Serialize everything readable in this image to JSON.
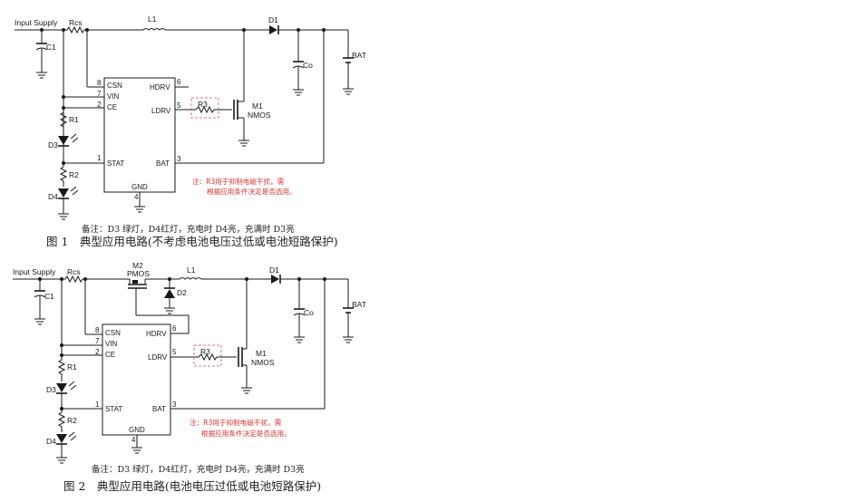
{
  "figure1": {
    "caption": "图 1　典型应用电路(不考虑电池电压过低或电池短路保护)",
    "remark": "备注：D3 绿灯，D4红灯，充电时 D4亮，充满时 D3亮",
    "note_line1": "注：R3用于抑制电磁干扰，需",
    "note_line2": "根据应用条件决定是否选用。",
    "input": "Input Supply",
    "rcs": "Rcs",
    "l1": "L1",
    "d1": "D1",
    "c1": "C1",
    "co": "Co",
    "bat": "BAT",
    "m1": "M1",
    "nmos": "NMOS",
    "r3": "R3",
    "r1": "R1",
    "r2": "R2",
    "d3": "D3",
    "d4": "D4",
    "pins": {
      "csn": "CSN",
      "vin": "VIN",
      "ce": "CE",
      "stat": "STAT",
      "hdrv": "HDRV",
      "ldrv": "LDRV",
      "bat": "BAT",
      "gnd": "GND",
      "n8": "8",
      "n7": "7",
      "n2": "2",
      "n1": "1",
      "n6": "6",
      "n5": "5",
      "n3": "3",
      "n4": "4"
    }
  },
  "figure2": {
    "caption": "图 2　典型应用电路(电池电压过低或电池短路保护)",
    "remark": "备注：D3 绿灯，D4红灯，充电时 D4亮，充满时 D3亮",
    "note_line1": "注：R3用于抑制电磁干扰，需",
    "note_line2": "根据应用条件决定是否选用。",
    "input": "Input Supply",
    "rcs": "Rcs",
    "m2": "M2",
    "pmos": "PMOS",
    "d2": "D2",
    "l1": "L1",
    "d1": "D1",
    "c1": "C1",
    "co": "Co",
    "bat": "BAT",
    "m1": "M1",
    "nmos": "NMOS",
    "r3": "R3",
    "r1": "R1",
    "r2": "R2",
    "d3": "D3",
    "d4": "D4",
    "pins": {
      "csn": "CSN",
      "vin": "VIN",
      "ce": "CE",
      "stat": "STAT",
      "hdrv": "HDRV",
      "ldrv": "LDRV",
      "bat": "BAT",
      "gnd": "GND",
      "n8": "8",
      "n7": "7",
      "n2": "2",
      "n1": "1",
      "n6": "6",
      "n5": "5",
      "n3": "3",
      "n4": "4"
    }
  },
  "colors": {
    "wire": "#1a1a1a",
    "note": "#e03030",
    "dashed_box": "#e05050"
  }
}
